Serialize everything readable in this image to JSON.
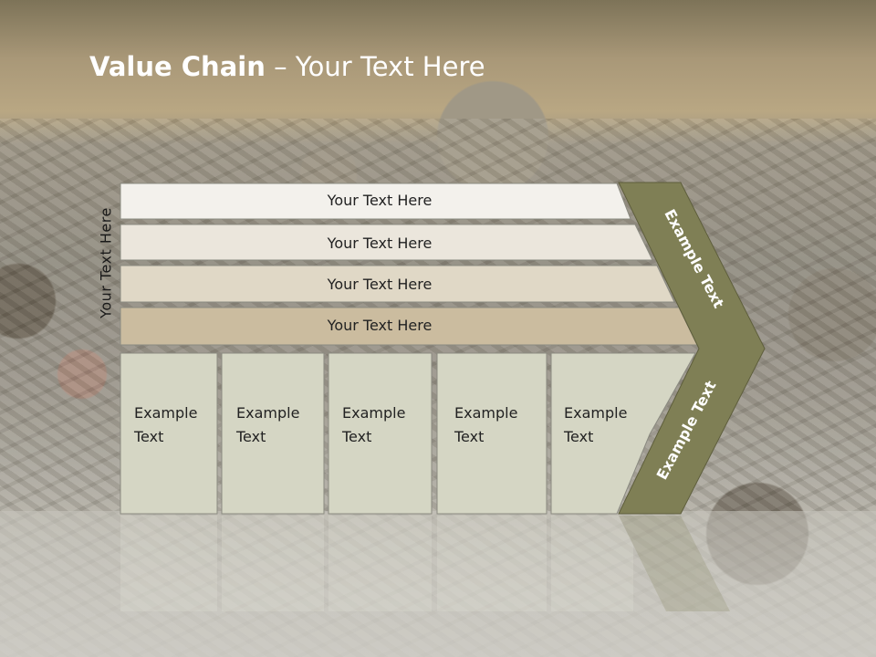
{
  "slide": {
    "title_bold": "Value Chain",
    "title_rest": " – Your Text Here",
    "vertical_label": "Your Text Here"
  },
  "bars": [
    {
      "label": "Your Text Here",
      "color": "#f3f1ec"
    },
    {
      "label": "Your Text Here",
      "color": "#ebe6dc"
    },
    {
      "label": "Your Text Here",
      "color": "#e0d8c6"
    },
    {
      "label": "Your Text Here",
      "color": "#cbbc9f"
    }
  ],
  "columns": [
    {
      "line1": "Example",
      "line2": "Text"
    },
    {
      "line1": "Example",
      "line2": "Text"
    },
    {
      "line1": "Example",
      "line2": "Text"
    },
    {
      "line1": "Example",
      "line2": "Text"
    },
    {
      "line1": "Example",
      "line2": "Text"
    }
  ],
  "arrow": {
    "top_label": "Example Text",
    "bottom_label": "Example Text",
    "color": "#7f7f55"
  },
  "colors": {
    "column_fill": "#d5d6c4",
    "box_stroke": "#8a8a80"
  }
}
